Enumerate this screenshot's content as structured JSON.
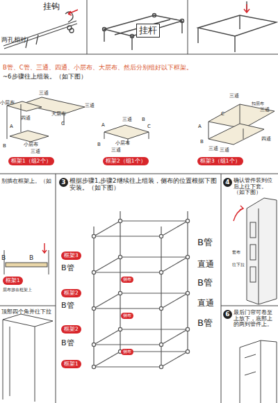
{
  "diagram": {
    "nodes": [
      {
        "text": [
          "挂杆"
        ]
      },
      {
        "text": [
          "框架1（组2个）"
        ]
      },
      {
        "text": [
          "框架2（组1个）"
        ]
      },
      {
        "text": [
          "框架3（组1个）"
        ]
      },
      {
        "text": [
          "3"
        ]
      },
      {
        "text": [
          "框架1"
        ]
      },
      {
        "text": [
          "框架3"
        ]
      },
      {
        "text": [
          "框架2"
        ]
      },
      {
        "text": [
          "框架2"
        ]
      },
      {
        "text": [
          "框架1"
        ]
      },
      {
        "text": [
          "侧布"
        ]
      },
      {
        "text": [
          "侧布"
        ]
      },
      {
        "text": [
          "侧布"
        ]
      },
      {
        "text": [
          "4"
        ]
      },
      {
        "text": [
          "6"
        ]
      }
    ],
    "labels": [
      "挂钩",
      "两孔相对",
      "B管、C管、三通、四通、小层布、大层布、然后分别组好以下框架。",
      "~6步骤往上组装。（如下图）",
      "三通",
      "小层布",
      "大层布",
      "三通",
      "四通",
      "C",
      "A",
      "小层布",
      "B",
      "三通",
      "三通",
      "B",
      "A",
      "小层布",
      "C",
      "B",
      "三通",
      "三通",
      "扣层布",
      "C",
      "四通",
      "三通",
      "A",
      "三通",
      "B",
      "三通",
      "别插在框架上。（如",
      "B",
      "B",
      "层布放在框架上",
      "顶部四个角并往下拉",
      "根据步骤1,步骤2继续往上组装，侧布的位置根据下图安装。（如下图）",
      "B管",
      "直通",
      "B管",
      "直通",
      "B管",
      "B管",
      "B管",
      "B管",
      "确认管件装到位后上往下套。（如下图）",
      "套布",
      "往下拉",
      "最后门帘可卷至上放下，底部上的两到管件上。"
    ]
  }
}
